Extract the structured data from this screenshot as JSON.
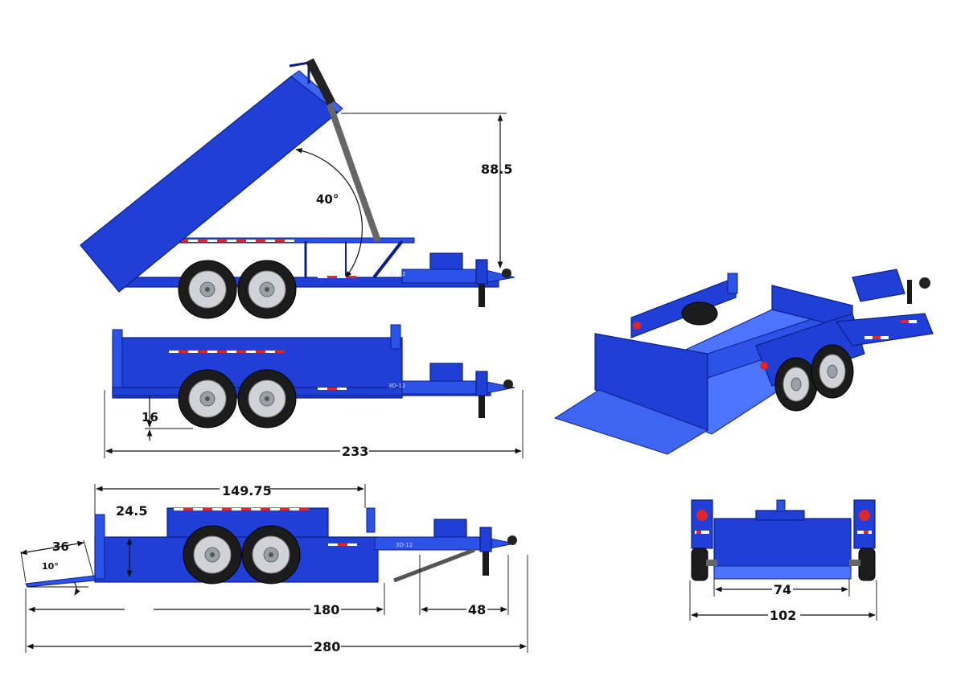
{
  "colors": {
    "trailer_body": "#1f3fd6",
    "trailer_outline": "#0c1f86",
    "tire": "#1c1c1c",
    "rim": "#cfd2d6",
    "reflector_red": "#e0262b",
    "dimension_text": "#111111",
    "background": "#ffffff"
  },
  "views": {
    "raised_side": {
      "height_dim": "88.5",
      "angle_dim": "40°",
      "model_badge": "3D-12"
    },
    "lowered_side": {
      "ground_clearance_dim": "16",
      "overall_length_dim": "233",
      "model_badge": "3D-12"
    },
    "ramp_side": {
      "bed_length_dim": "149.75",
      "side_height_dim": "24.5",
      "ramp_length_dim": "36",
      "ramp_angle_dim": "10°",
      "deck_to_hitch_dim": "180",
      "tongue_dim": "48",
      "total_length_dim": "280",
      "model_badge": "3D-12"
    },
    "rear": {
      "inner_width_dim": "74",
      "outer_width_dim": "102"
    },
    "isometric": {
      "icons": [
        "trailer-3d-icon"
      ]
    }
  }
}
